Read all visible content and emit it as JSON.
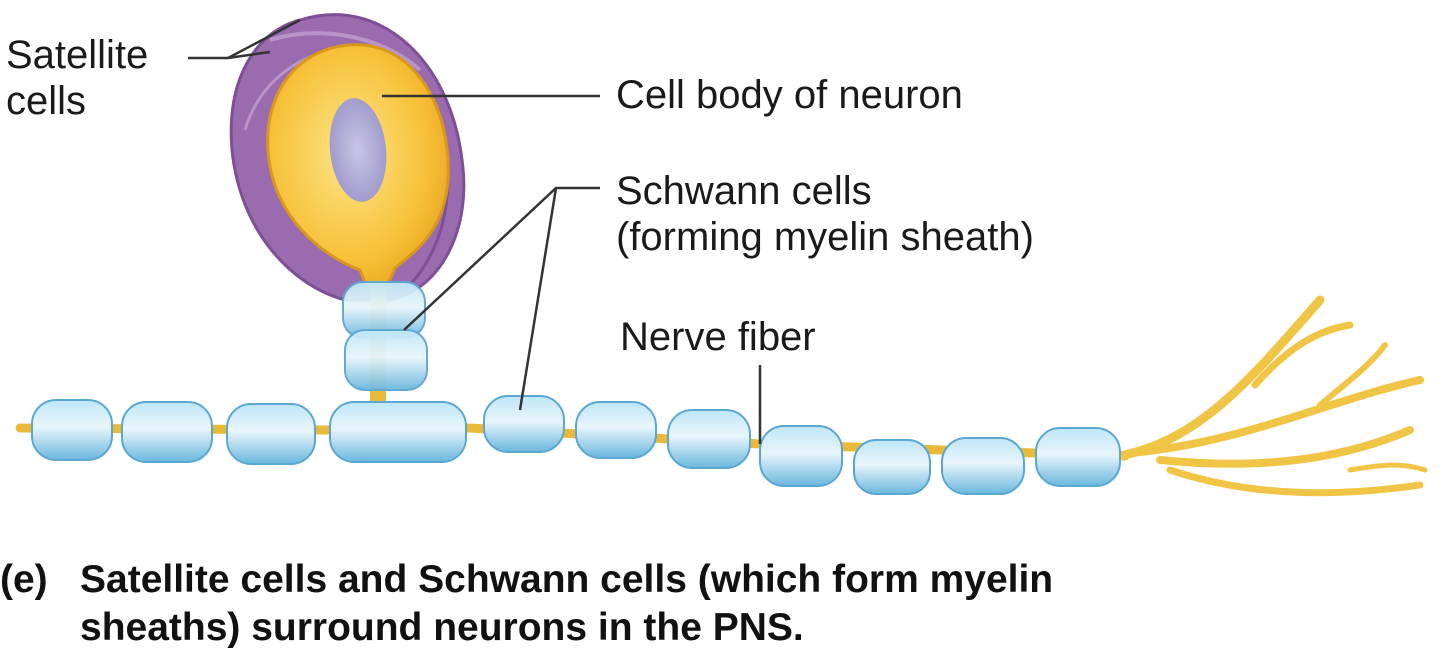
{
  "labels": {
    "satellite_line1": "Satellite",
    "satellite_line2": "cells",
    "cell_body": "Cell body of neuron",
    "schwann_line1": "Schwann cells",
    "schwann_line2": "(forming myelin sheath)",
    "nerve_fiber": "Nerve fiber"
  },
  "caption": {
    "letter": "(e)",
    "line1": "Satellite cells and Schwann cells (which form myelin",
    "line2": "sheaths) surround neurons in the PNS."
  },
  "colors": {
    "satellite": "#9b6bb0",
    "cell_body": "#f7c23a",
    "nucleus": "#a9a6d4",
    "schwann": "#8fcde8",
    "axon": "#e9b93a",
    "leader_line": "#333333",
    "text": "#1a1a1a"
  }
}
